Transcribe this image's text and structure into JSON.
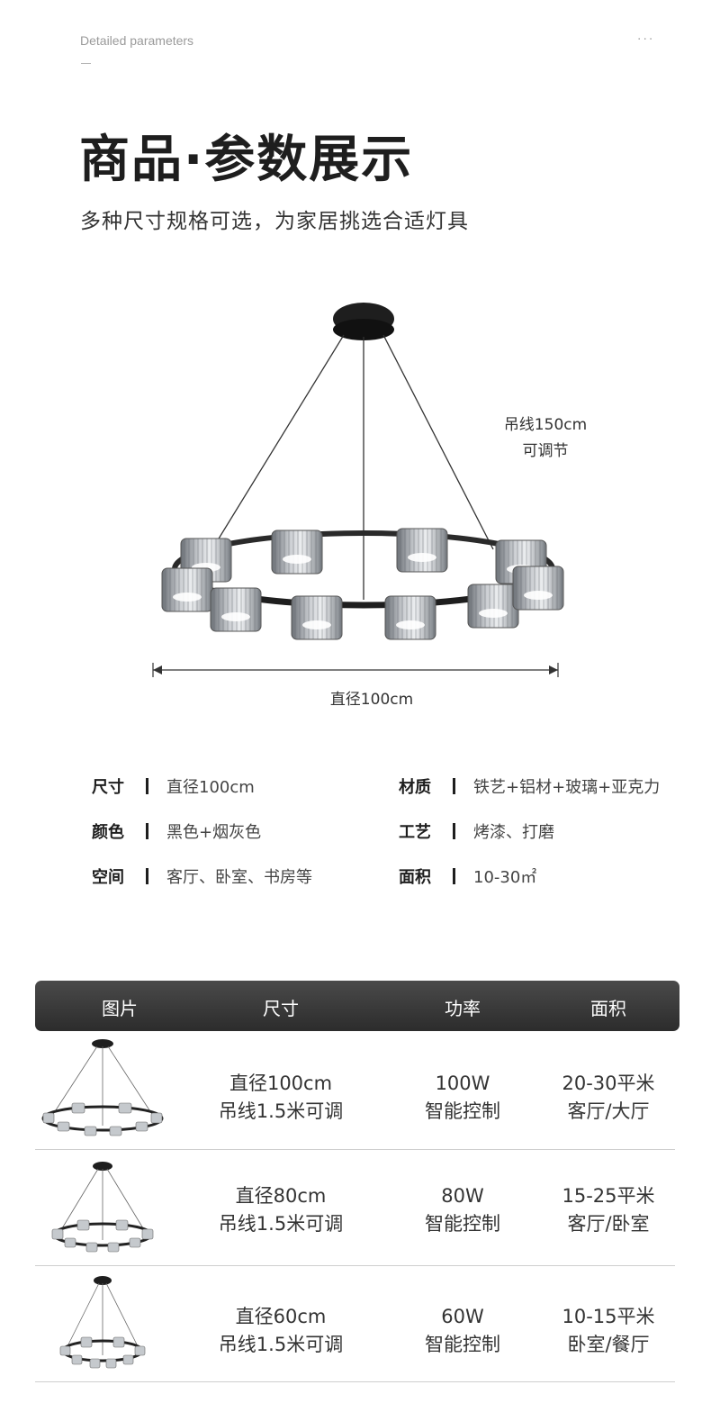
{
  "header": {
    "eyebrow": "Detailed parameters",
    "title": "商品·参数展示",
    "subtitle": "多种尺寸规格可选，为家居挑选合适灯具"
  },
  "diagram": {
    "cable_line1": "吊线150cm",
    "cable_line2": "可调节",
    "diameter": "直径100cm"
  },
  "specs": {
    "left": [
      {
        "key": "尺寸",
        "value": "直径100cm"
      },
      {
        "key": "颜色",
        "value": "黑色+烟灰色"
      },
      {
        "key": "空间",
        "value": "客厅、卧室、书房等"
      }
    ],
    "right": [
      {
        "key": "材质",
        "value": "铁艺+铝材+玻璃+亚克力"
      },
      {
        "key": "工艺",
        "value": "烤漆、打磨"
      },
      {
        "key": "面积",
        "value": "10-30㎡"
      }
    ]
  },
  "table": {
    "headers": [
      "图片",
      "尺寸",
      "功率",
      "面积"
    ],
    "rows": [
      {
        "size1": "直径100cm",
        "size2": "吊线1.5米可调",
        "power1": "100W",
        "power2": "智能控制",
        "area1": "20-30平米",
        "area2": "客厅/大厅"
      },
      {
        "size1": "直径80cm",
        "size2": "吊线1.5米可调",
        "power1": "80W",
        "power2": "智能控制",
        "area1": "15-25平米",
        "area2": "客厅/卧室"
      },
      {
        "size1": "直径60cm",
        "size2": "吊线1.5米可调",
        "power1": "60W",
        "power2": "智能控制",
        "area1": "10-15平米",
        "area2": "卧室/餐厅"
      }
    ]
  },
  "colors": {
    "header_bar": "#333333",
    "ring": "#2a2a2a",
    "shade": "#9aa0a6"
  }
}
